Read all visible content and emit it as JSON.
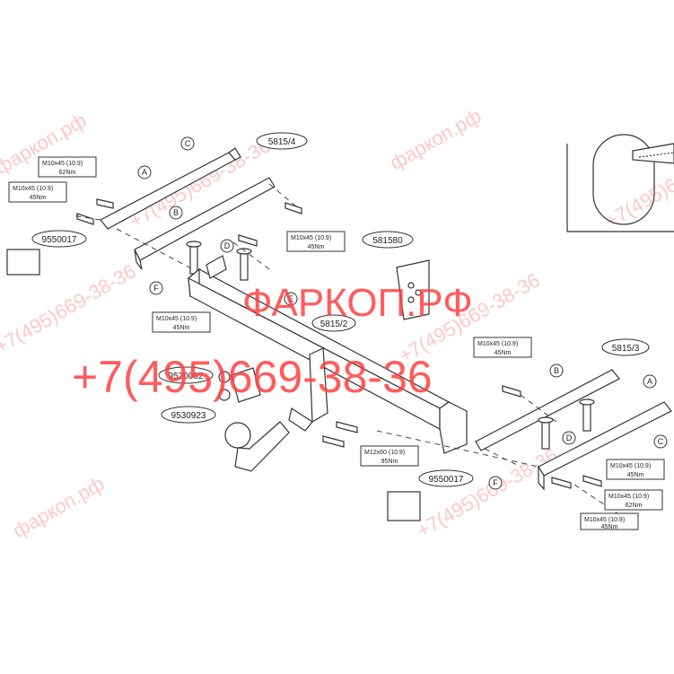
{
  "parts": {
    "pad_left": "9550017",
    "pad_right": "9550017",
    "bracket_left": "5815/4",
    "bracket_right": "5815/3",
    "crossbar": "5815/2",
    "socket_plate": "9520092",
    "ball": "9530923",
    "electric_kit": "581580"
  },
  "bolt_specs": [
    {
      "size": "M10x45",
      "grade": "(10.9)",
      "torque": "62Nm"
    },
    {
      "size": "M10x45",
      "grade": "(10.9)",
      "torque": "45Nm"
    },
    {
      "size": "M10x45",
      "grade": "(10.9)",
      "torque": "45Nm"
    },
    {
      "size": "M10x45",
      "grade": "(10.9)",
      "torque": "45Nm"
    },
    {
      "size": "M10x45",
      "grade": "(10.9)",
      "torque": "45Nm"
    },
    {
      "size": "M12x60",
      "grade": "(10.9)",
      "torque": "95Nm"
    },
    {
      "size": "M10x45",
      "grade": "(10.9)",
      "torque": "45Nm"
    },
    {
      "size": "M10x45",
      "grade": "(10.9)",
      "torque": "62Nm"
    },
    {
      "size": "M10x45",
      "grade": "(10.9)",
      "torque": "45Nm"
    }
  ],
  "letters": [
    "A",
    "B",
    "C",
    "D",
    "E",
    "F",
    "A",
    "B",
    "C",
    "D",
    "F"
  ],
  "watermark": {
    "brand": "ФАРКОП.РФ",
    "phone": "+7(495)669-38-36",
    "small_1": "фаркоп.рф",
    "small_2": "+7(495)669-38-36",
    "color": "#ff3b3b"
  }
}
